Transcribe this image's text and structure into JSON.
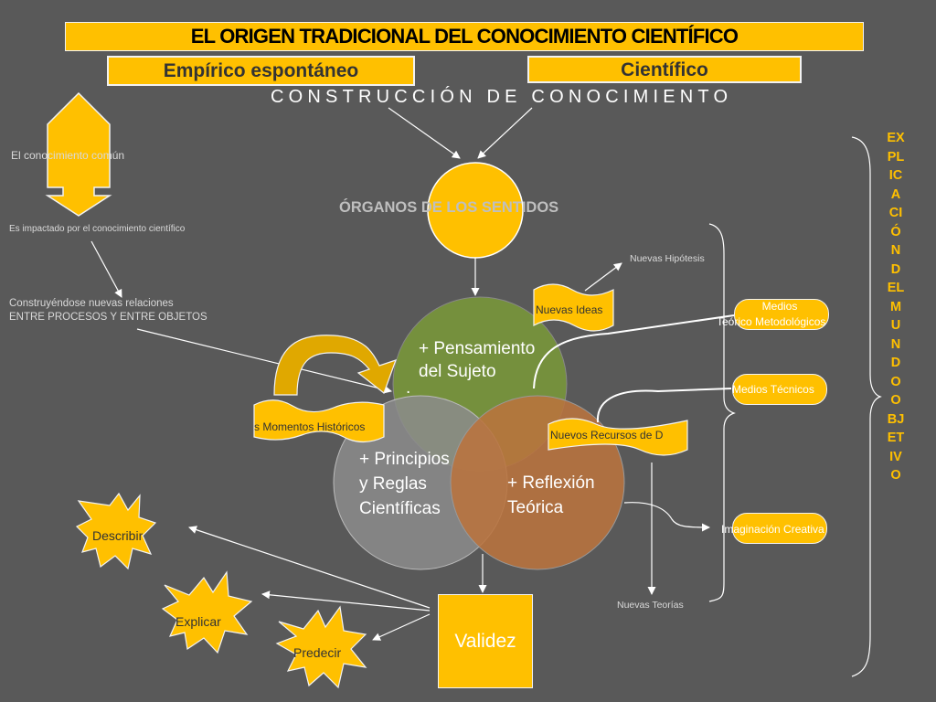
{
  "header": {
    "title": "EL ORIGEN TRADICIONAL DEL CONOCIMIENTO CIENTÍFICO",
    "box_left": "Empírico espontáneo",
    "box_right": "Científico",
    "subtitle": "CONSTRUCCIÓN DE CONOCIMIENTO"
  },
  "left": {
    "common_knowledge": "El conocimiento común",
    "impacted": "Es impactado por el conocimiento científico",
    "relations_line1": "Construyéndose nuevas relaciones",
    "relations_line2": "ENTRE PROCESOS Y ENTRE OBJETOS"
  },
  "center": {
    "senses": "ÓRGANOS DE LOS SENTIDOS",
    "pensamiento": [
      "+ Pensamiento",
      "del Sujeto",
      "."
    ],
    "principios": [
      "+ Principios",
      "y Reglas",
      "Científicas"
    ],
    "reflexion": [
      "+ Reflexión",
      "Teórica"
    ],
    "validez": "Validez"
  },
  "banners": {
    "momentos": "s Momentos Históricos",
    "nuevas_ideas": "Nuevas Ideas",
    "recursos": "Nuevos  Recursos de D"
  },
  "right": {
    "nuevas_hipotesis": "Nuevas Hipótesis",
    "medios_tm_line1": "Medios",
    "medios_tm_line2": "Teórico Metodológicos",
    "medios_tecnicos": "Medios Técnicos",
    "imaginacion": "Imaginación Creativa",
    "nuevas_teorias": "Nuevas Teorías",
    "vertical": "EXPLICACIÓN DEL MUNDO OBJETIVO"
  },
  "stars": {
    "describir": "Describir",
    "explicar": "Explicar",
    "predecir": "Predecir"
  },
  "colors": {
    "background": "#595959",
    "yellow": "#FFC000",
    "olive": "#77933C",
    "grey_circle": "#8C8C8C",
    "brown_circle": "#B9733E"
  }
}
